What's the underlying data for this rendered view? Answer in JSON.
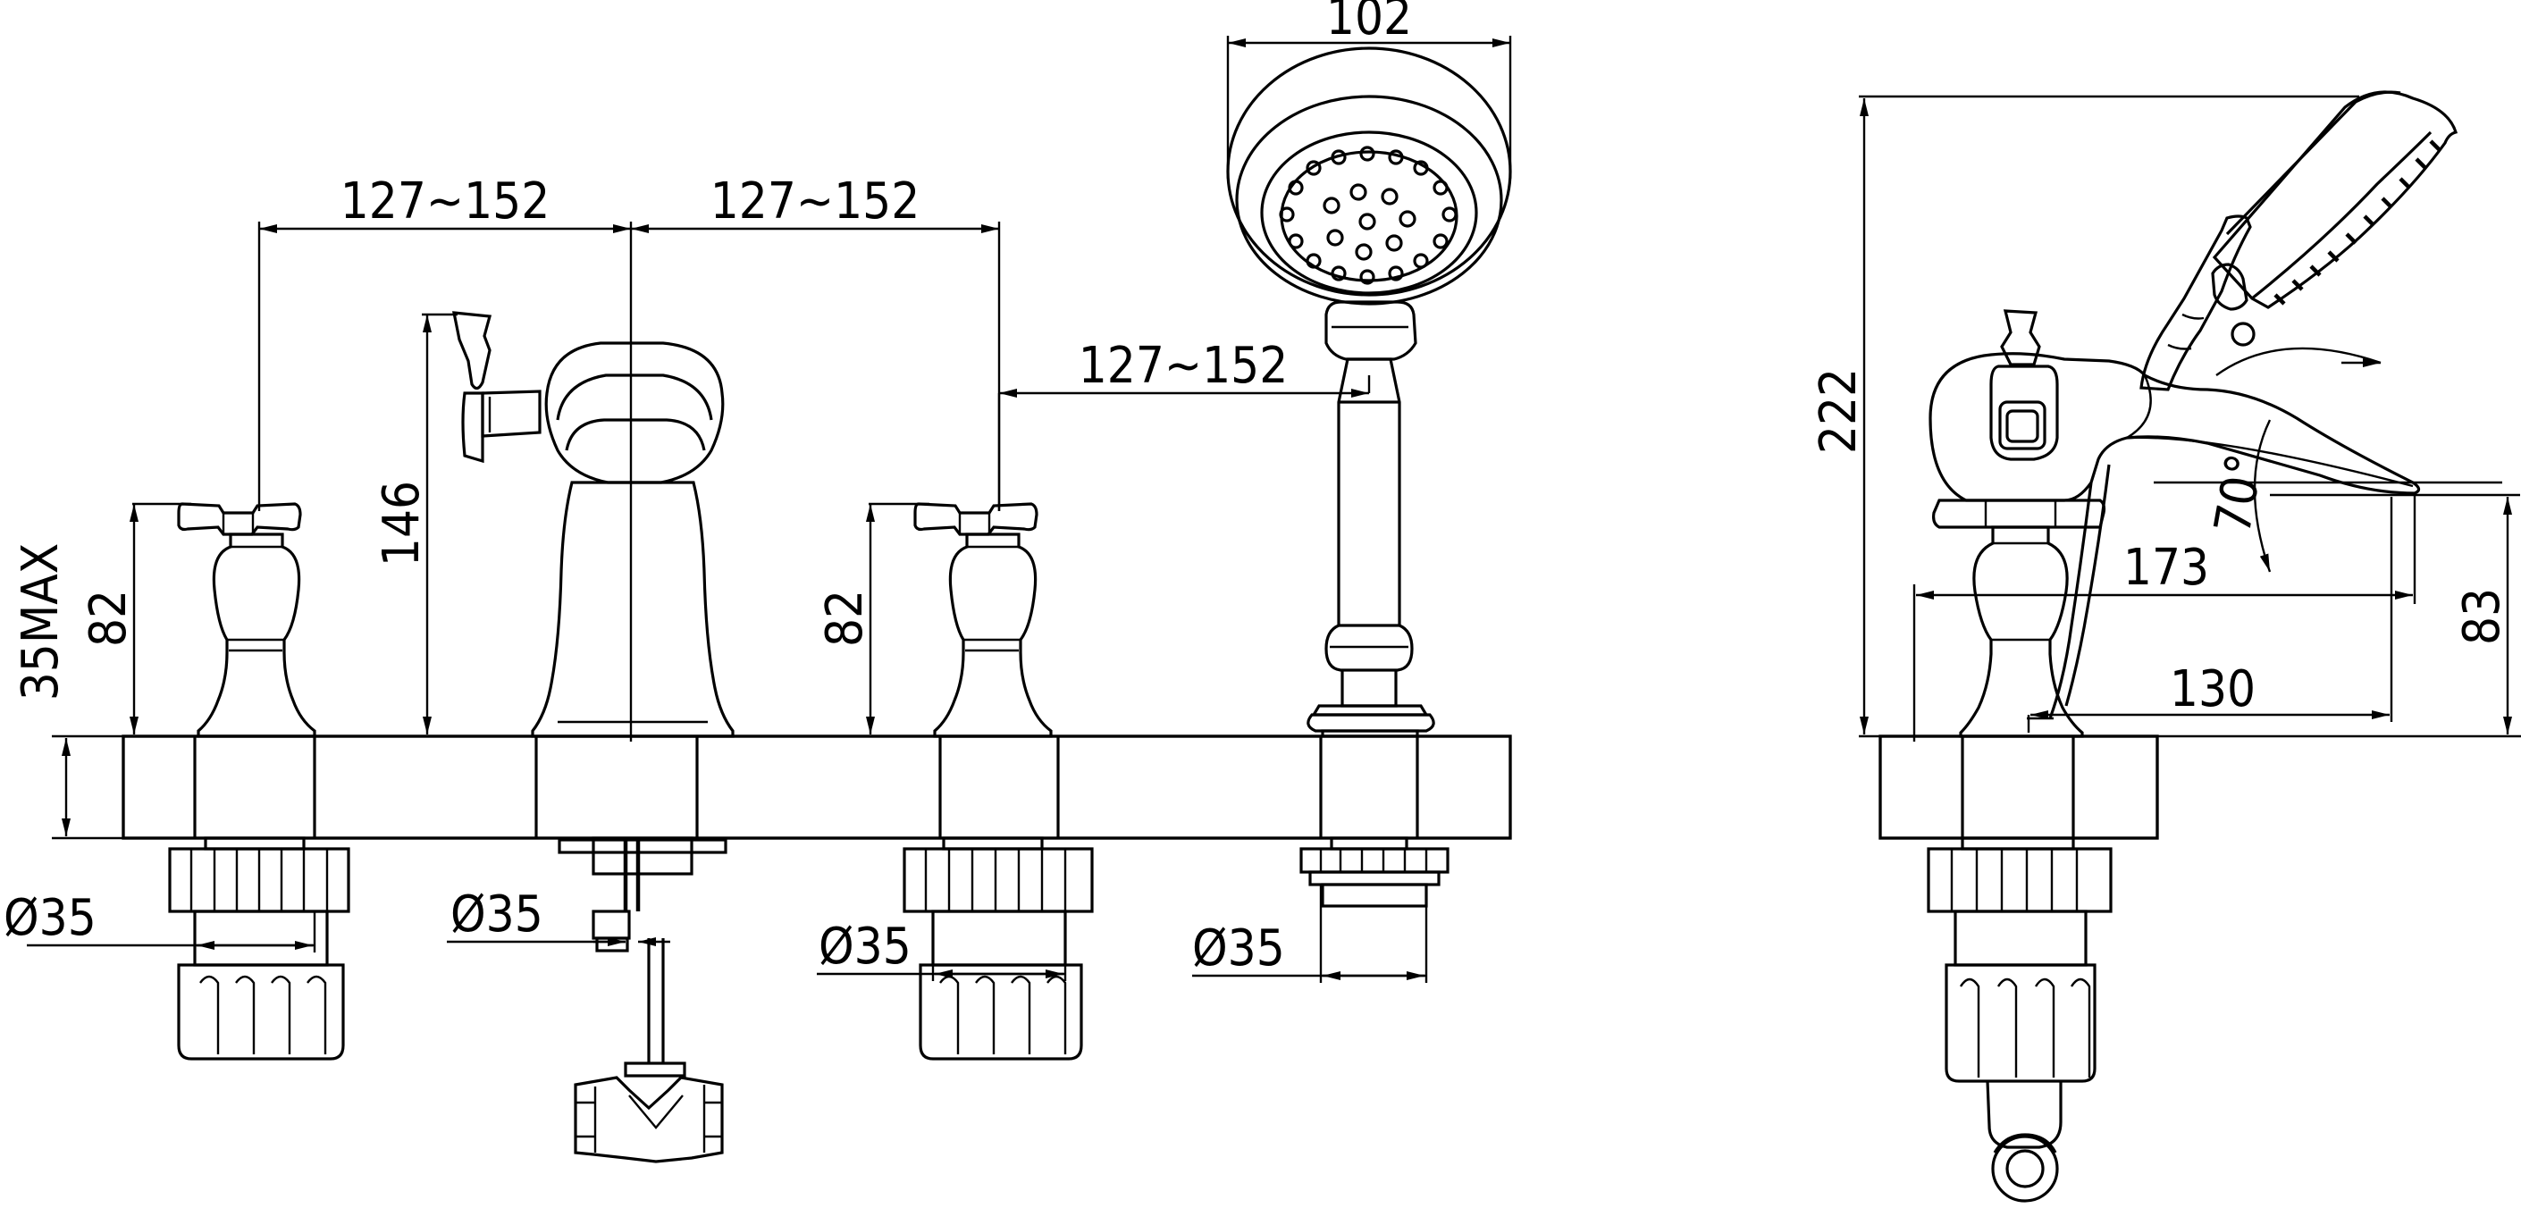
{
  "dimensions": {
    "spacing_left": "127~152",
    "spacing_right": "127~152",
    "spacing_shower": "127~152",
    "handshower_head": "102",
    "handle_height_left": "82",
    "handle_height_right": "82",
    "spout_height": "146",
    "deck_thickness": "35MAX",
    "dia_left": "Ø35",
    "dia_center": "Ø35",
    "dia_right": "Ø35",
    "dia_shower": "Ø35",
    "side_total_height": "222",
    "side_handle_height": "83",
    "side_reach": "173",
    "side_spout_reach": "130",
    "side_angle": "70°"
  }
}
